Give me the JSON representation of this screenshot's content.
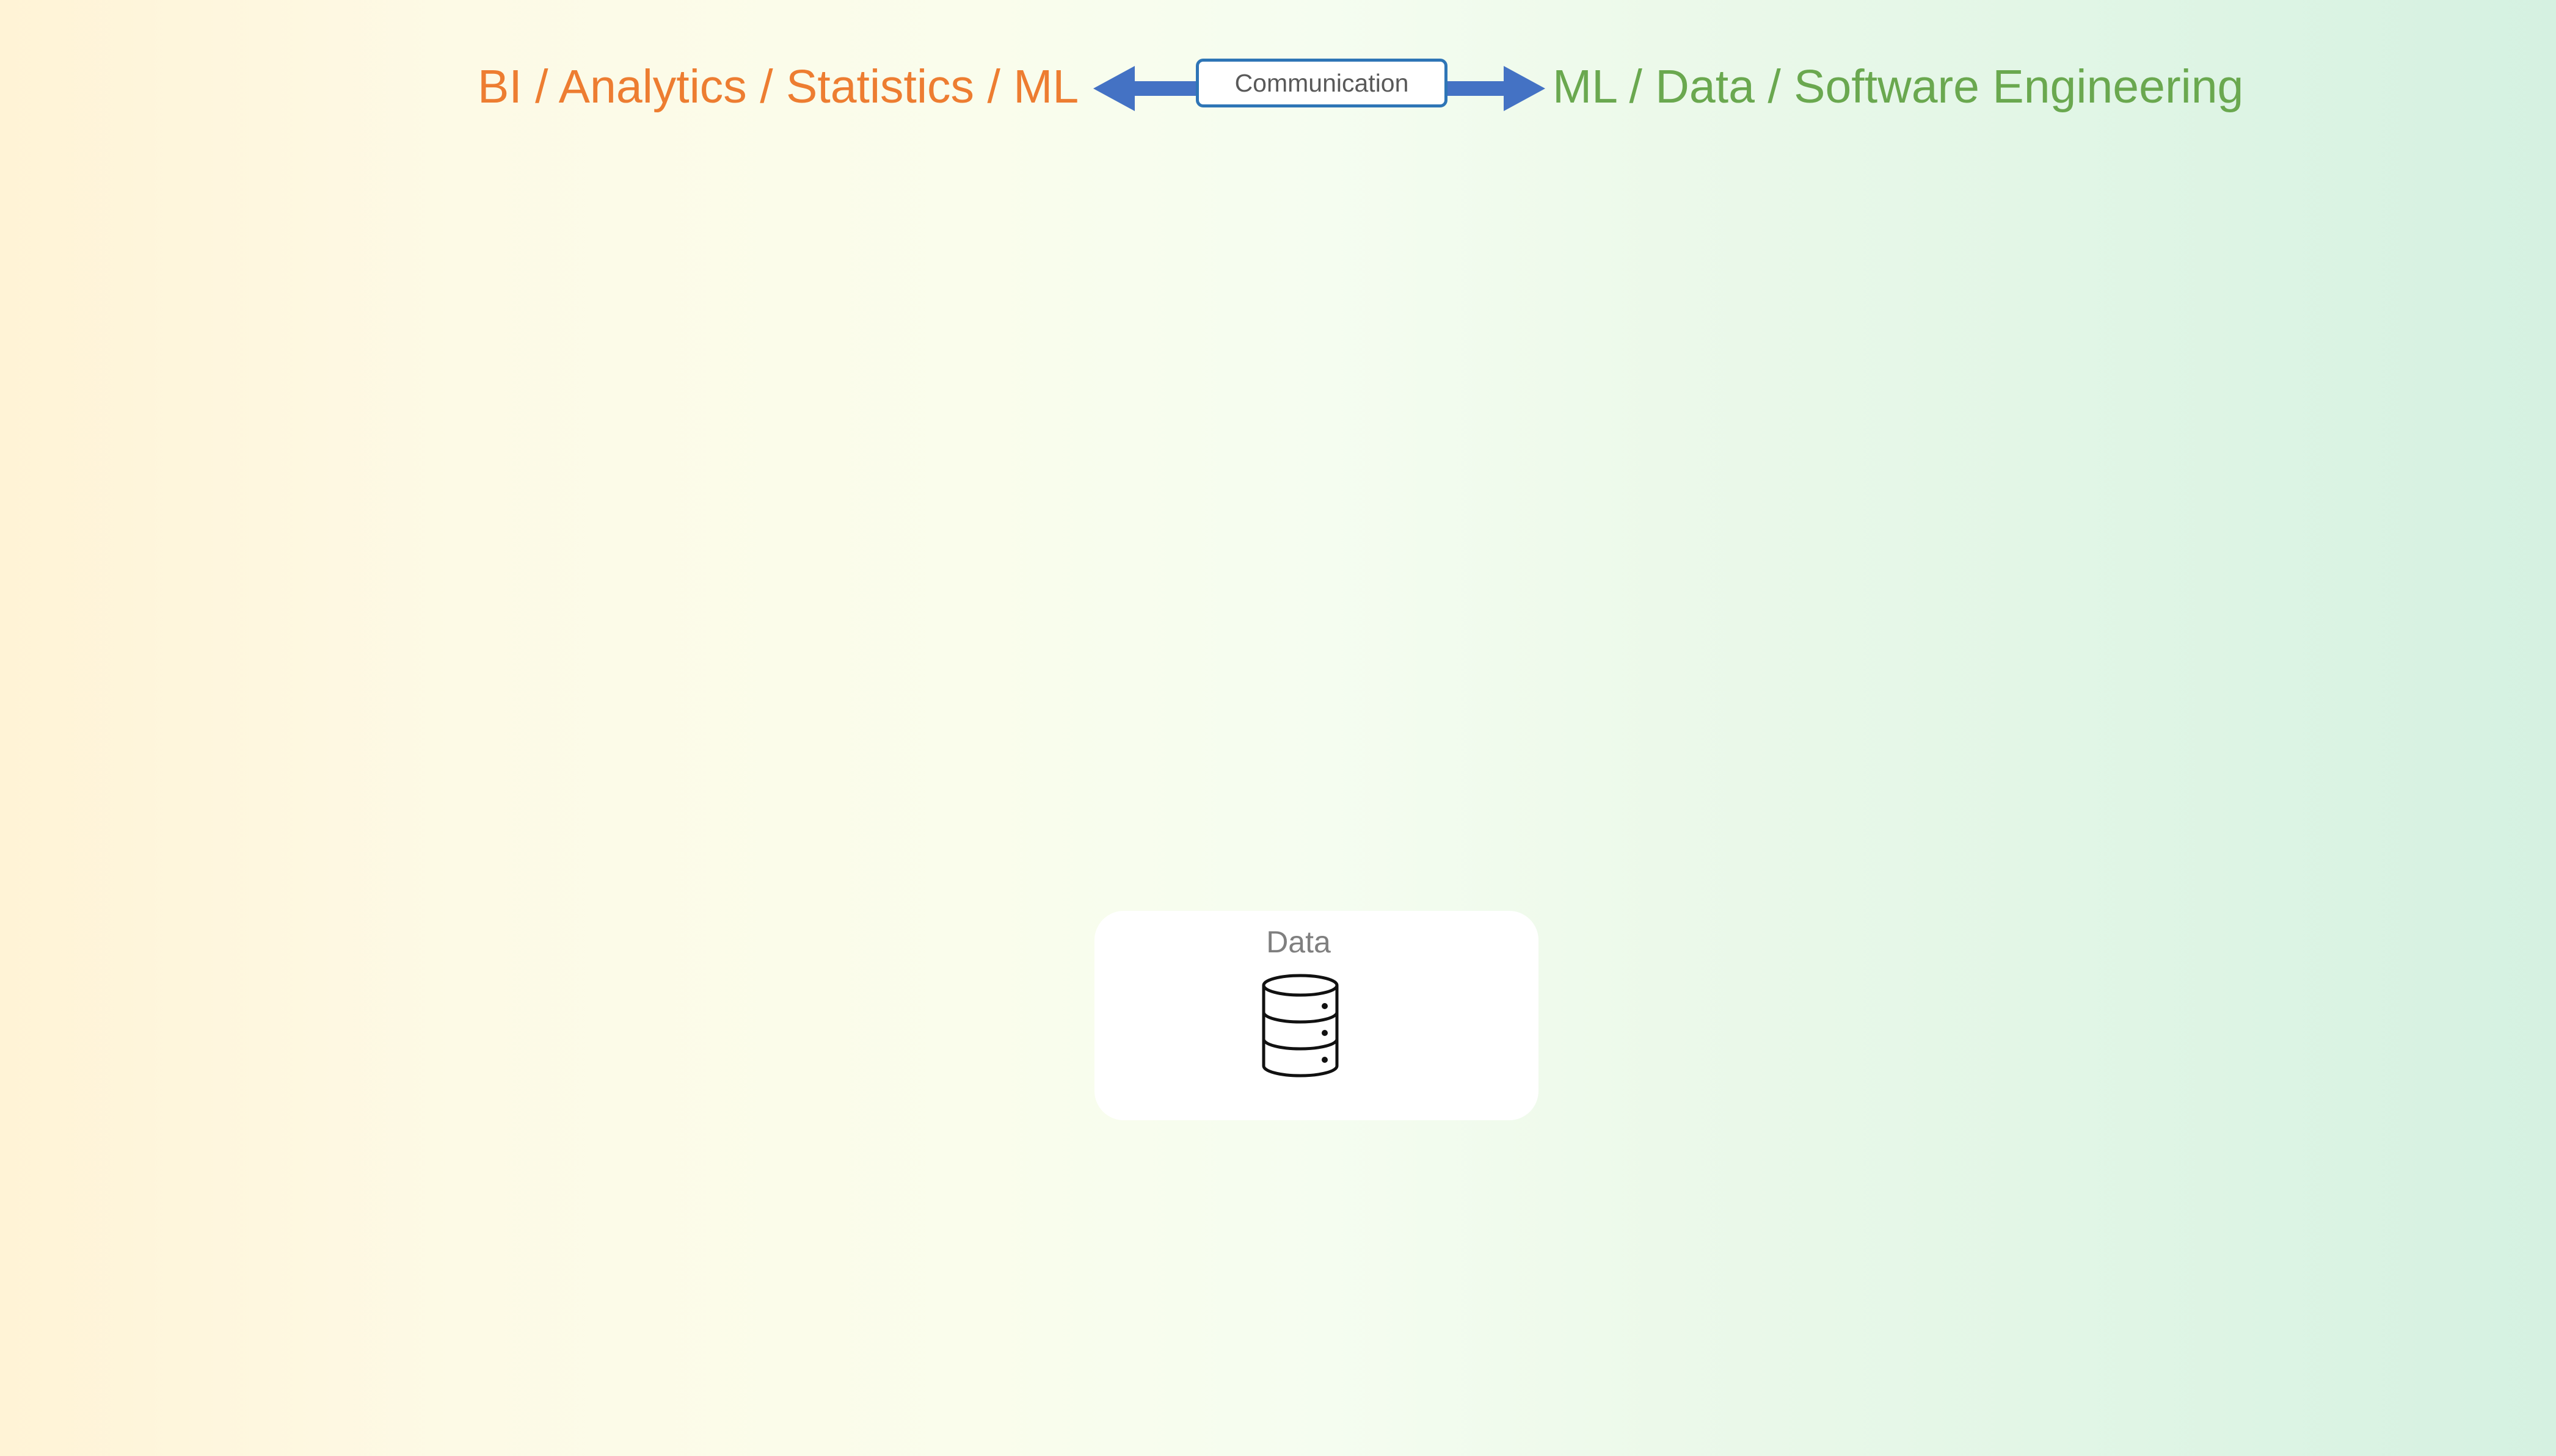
{
  "header": {
    "left_title": "BI / Analytics / Statistics / ML",
    "right_title": "ML / Data / Software Engineering",
    "connector_label": "Communication"
  },
  "data_card": {
    "label": "Data",
    "icon": "database-icon"
  },
  "colors": {
    "left_title": "#ed7d31",
    "right_title": "#6aa84f",
    "arrow": "#4472c4",
    "connector_border": "#2e75b6"
  }
}
